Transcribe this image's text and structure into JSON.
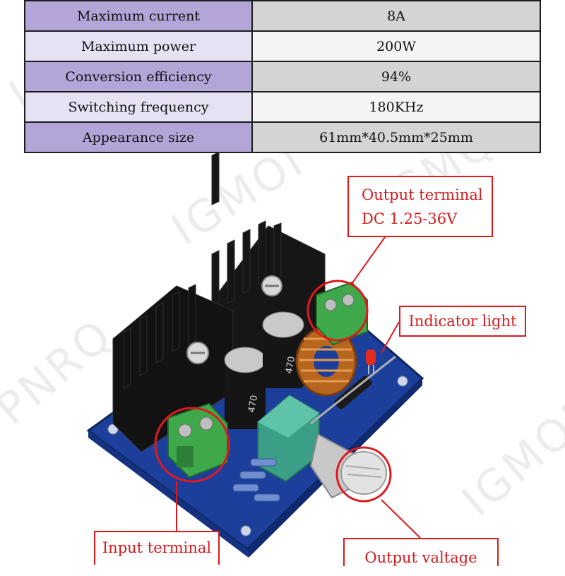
{
  "specs": [
    {
      "label": "Maximum current",
      "value": "8A"
    },
    {
      "label": "Maximum power",
      "value": "200W"
    },
    {
      "label": "Conversion efficiency",
      "value": "94%"
    },
    {
      "label": "Switching frequency",
      "value": "180KHz"
    },
    {
      "label": "Appearance size",
      "value": "61mm*40.5mm*25mm"
    }
  ],
  "callouts": {
    "output_terminal_line1": "Output terminal",
    "output_terminal_line2": "DC 1.25-36V",
    "indicator_light": "Indicator light",
    "input_terminal": "Input terminal",
    "output_voltage": "Output valtage"
  },
  "watermarks": [
    "IGMO",
    "IGMOI",
    "IGMO",
    "PNRQ",
    "IGMOI",
    "IGMOI",
    "IGMQ"
  ],
  "board_markings": {
    "capacitor_1": "470",
    "capacitor_2": "470"
  },
  "colors": {
    "callout_red": "#e0191c",
    "table_label_dark": "#b3a5d8",
    "table_label_light": "#e6e2f4",
    "pcb_blue": "#1d3f9c",
    "terminal_green": "#3fa84a"
  }
}
